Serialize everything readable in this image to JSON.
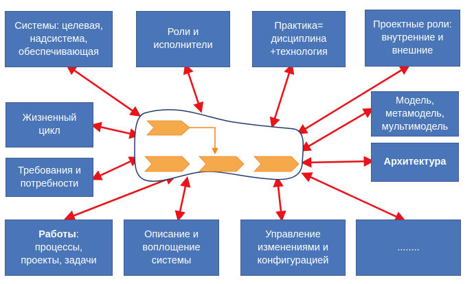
{
  "colors": {
    "box_fill": "#4a76b8",
    "box_border": "#3b5f94",
    "box_text": "#ffffff",
    "arrow": "#e8141a",
    "chevron_fill": "#f6a94b",
    "chevron_link": "#f08a1c",
    "outline": "#223a6a"
  },
  "boxes": {
    "systems": "Системы: целевая,\nнадсистема,\nобеспечивающая",
    "roles": "Роли и\nисполнители",
    "practice": "Практика=\nдисциплина\n+технология",
    "project_roles": "Проектные роли:\nвнутренние и\nвнешние",
    "lifecycle": "Жизненный\nцикл",
    "model": "Модель,\nметамодель,\nмультимодель",
    "requirements": "Требования и\nпотребности",
    "architecture": "Архитектура",
    "works_bold": "Работы",
    "works_rest": ":\nпроцессы,\nпроекты, задачи",
    "description": "Описание и\nвоплощение\nсистемы",
    "change_mgmt": "Управление\nизменениями и\nконфигурацией",
    "more": "........"
  }
}
